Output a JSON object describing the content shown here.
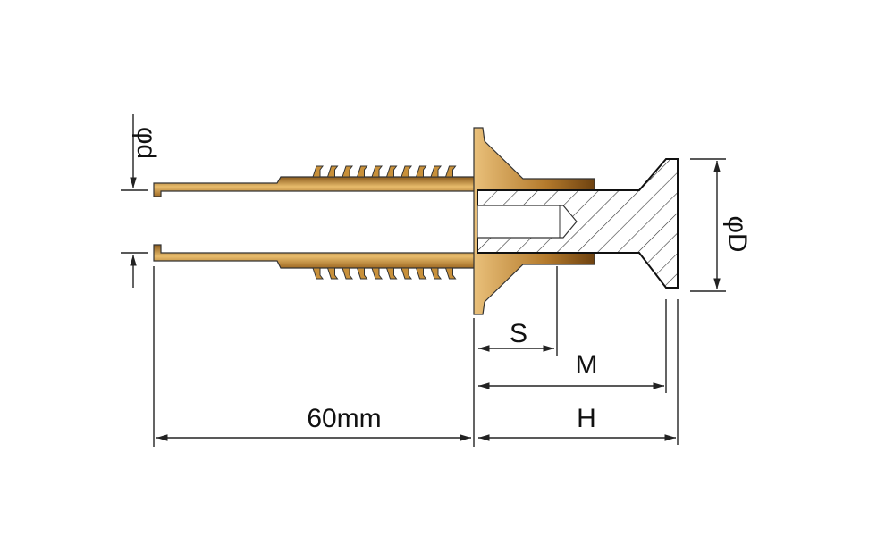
{
  "diagram": {
    "labels": {
      "small_diameter": "φd",
      "large_diameter": "φD",
      "s": "S",
      "m": "M",
      "h": "H",
      "length": "60mm"
    },
    "colors": {
      "brass_light": "#e8b868",
      "brass_mid": "#c8903a",
      "brass_dark": "#7a4a14",
      "line": "#222222"
    }
  }
}
